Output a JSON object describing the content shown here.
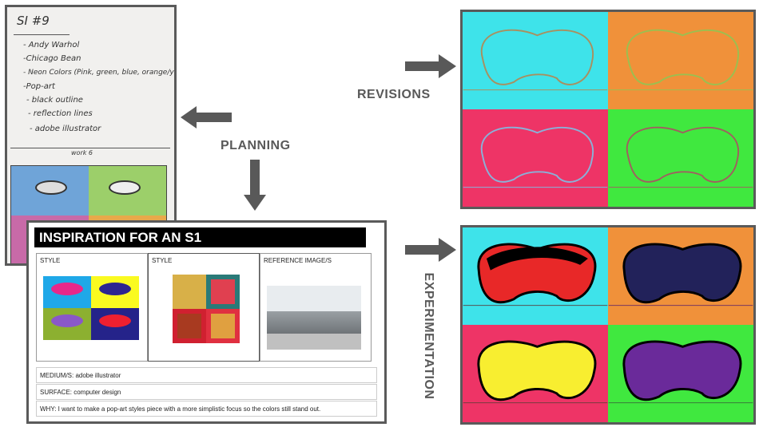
{
  "notebook": {
    "title": "SI #9",
    "lines": [
      "- Andy Warhol",
      "-Chicago Bean",
      "- Neon Colors (Pink, green, blue, orange/yellow)",
      "-Pop-art",
      "- black outline",
      "- reflection lines",
      "- adobe illustrator"
    ],
    "footer": "work 6"
  },
  "labels": {
    "planning": "PLANNING",
    "revisions": "REVISIONS",
    "experimentation": "EXPERIMENTATION"
  },
  "doc": {
    "title": "INSPIRATION FOR AN S1",
    "columns": [
      "STYLE",
      "STYLE",
      "REFERENCE  IMAGE/S"
    ],
    "rows": [
      "MEDIUM/S: adobe illustrator",
      "SURFACE: computer design",
      "WHY: I want to make a pop-art styles piece with a more simplistic focus so the colors still stand out."
    ]
  },
  "colors": {
    "cyan": "#3ee3ea",
    "orange": "#f0913a",
    "pink": "#ee3466",
    "green": "#40e83f",
    "arrow": "#595959"
  }
}
